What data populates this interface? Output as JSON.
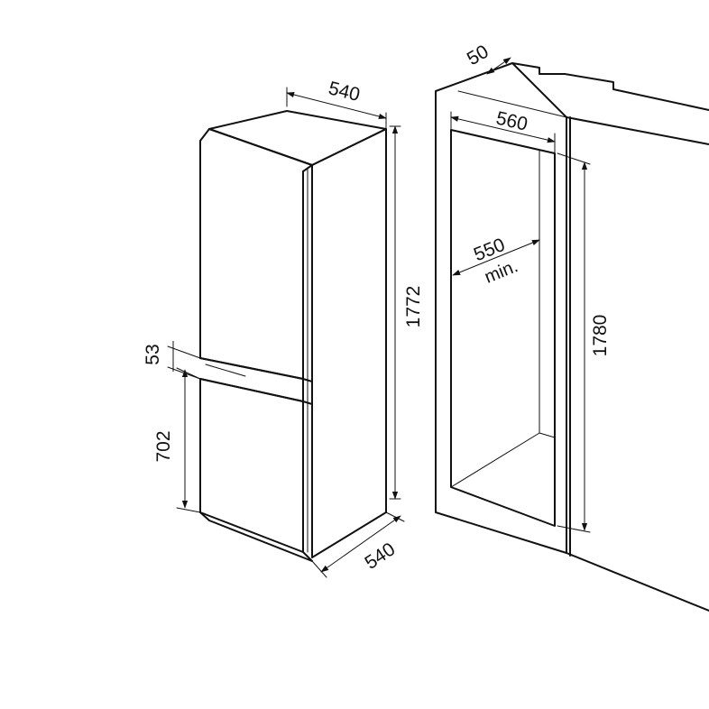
{
  "colors": {
    "line": "#111111",
    "background": "#ffffff"
  },
  "appliance": {
    "width_top": "540",
    "height_total": "1772",
    "gap_between_doors": "53",
    "lower_door_height": "702",
    "depth_bottom": "540"
  },
  "niche": {
    "depth_top": "50",
    "width_inner": "560",
    "depth_min_value": "550",
    "depth_min_label": "min.",
    "height_inner": "1780"
  }
}
